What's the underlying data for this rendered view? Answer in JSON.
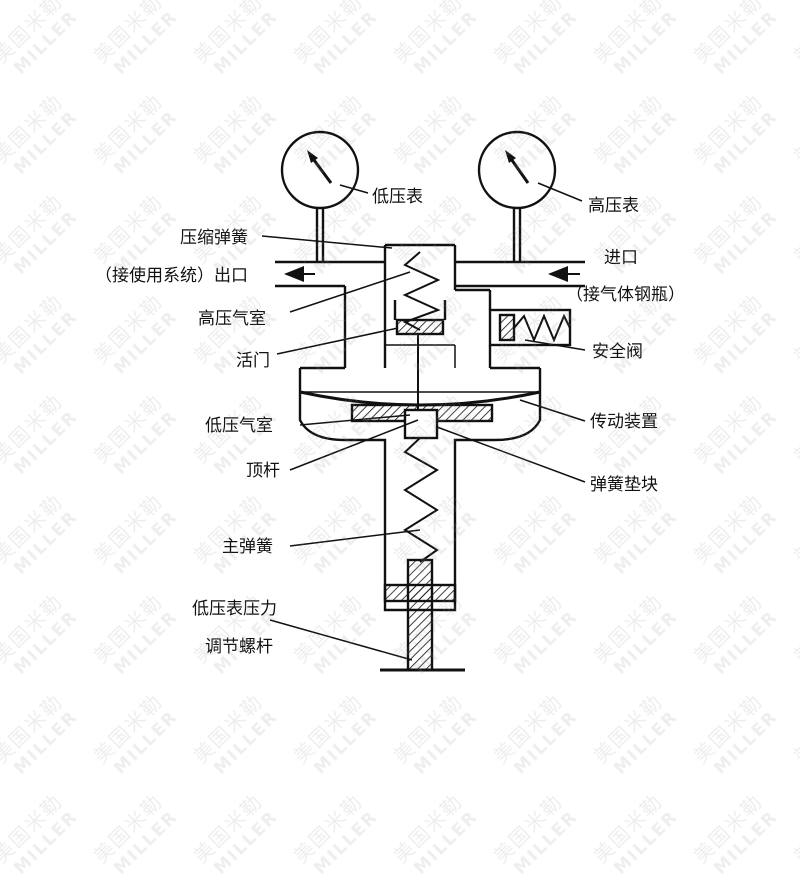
{
  "watermark": {
    "cn": "美国米勒",
    "en": "MILLER"
  },
  "labels": {
    "low_gauge": "低压表",
    "high_gauge": "高压表",
    "compression_spring": "压缩弹簧",
    "outlet_line1": "（接使用系统）出口",
    "inlet_line1": "进口",
    "inlet_line2": "（接气体钢瓶）",
    "high_pressure_chamber": "高压气室",
    "valve": "活门",
    "safety_valve": "安全阀",
    "transmission": "传动装置",
    "low_pressure_chamber": "低压气室",
    "push_rod": "顶杆",
    "spring_pad": "弹簧垫块",
    "main_spring": "主弹簧",
    "adjust_line1": "低压表压力",
    "adjust_line2": "调节螺杆"
  }
}
